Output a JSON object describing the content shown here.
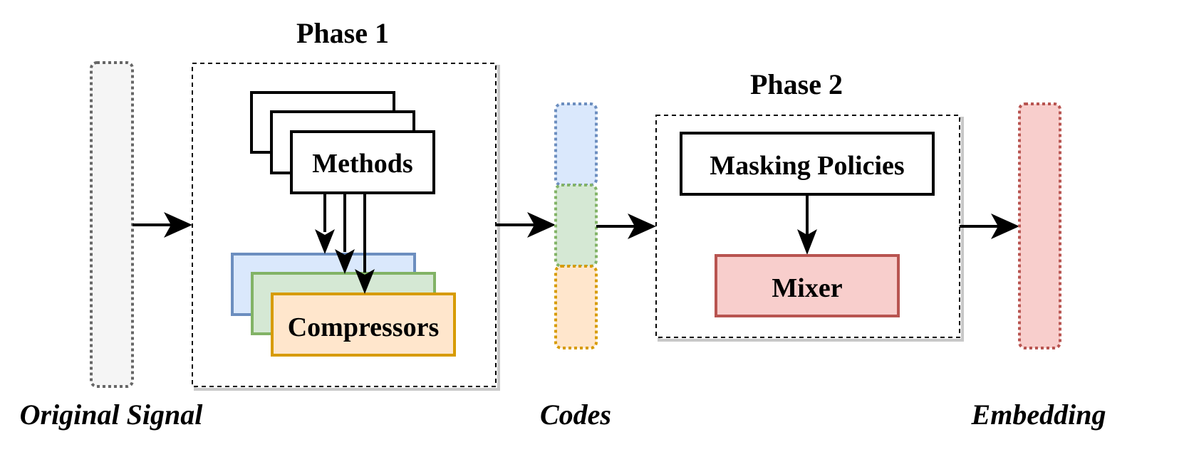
{
  "phase1": {
    "title": "Phase 1"
  },
  "phase2": {
    "title": "Phase 2"
  },
  "methods": {
    "label": "Methods"
  },
  "compressors": {
    "label": "Compressors"
  },
  "masking_policies": {
    "label": "Masking Policies"
  },
  "mixer": {
    "label": "Mixer"
  },
  "labels": {
    "original_signal": "Original Signal",
    "codes": "Codes",
    "embedding": "Embedding"
  },
  "colors": {
    "signal_fill": "#f5f5f5",
    "signal_stroke": "#666666",
    "blue_fill": "#dae8fc",
    "blue_stroke": "#6c8ebf",
    "green_fill": "#d5e8d4",
    "green_stroke": "#82b366",
    "orange_fill": "#ffe6cc",
    "orange_stroke": "#d79b00",
    "red_fill": "#f8cecc",
    "red_stroke": "#b85450"
  }
}
